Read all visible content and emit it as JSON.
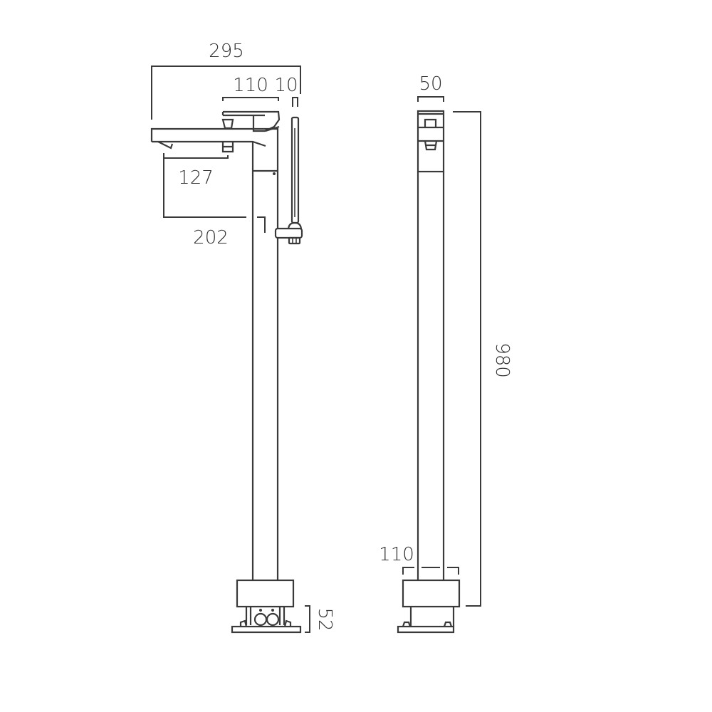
{
  "drawing": {
    "type": "technical dimension drawing",
    "subject": "floor-standing bath shower mixer",
    "units": "mm",
    "colors": {
      "line": "#3a3a3a",
      "text": "#333333",
      "background": "#ffffff"
    }
  },
  "side_view": {
    "dimensions": {
      "overall_width": "295",
      "lever_width": "110",
      "handset_offset": "10",
      "spout_to_lever": "127",
      "spout_to_riser": "202",
      "base_height": "52"
    }
  },
  "front_view": {
    "dimensions": {
      "body_width": "50",
      "overall_height": "980",
      "base_width": "110"
    }
  }
}
